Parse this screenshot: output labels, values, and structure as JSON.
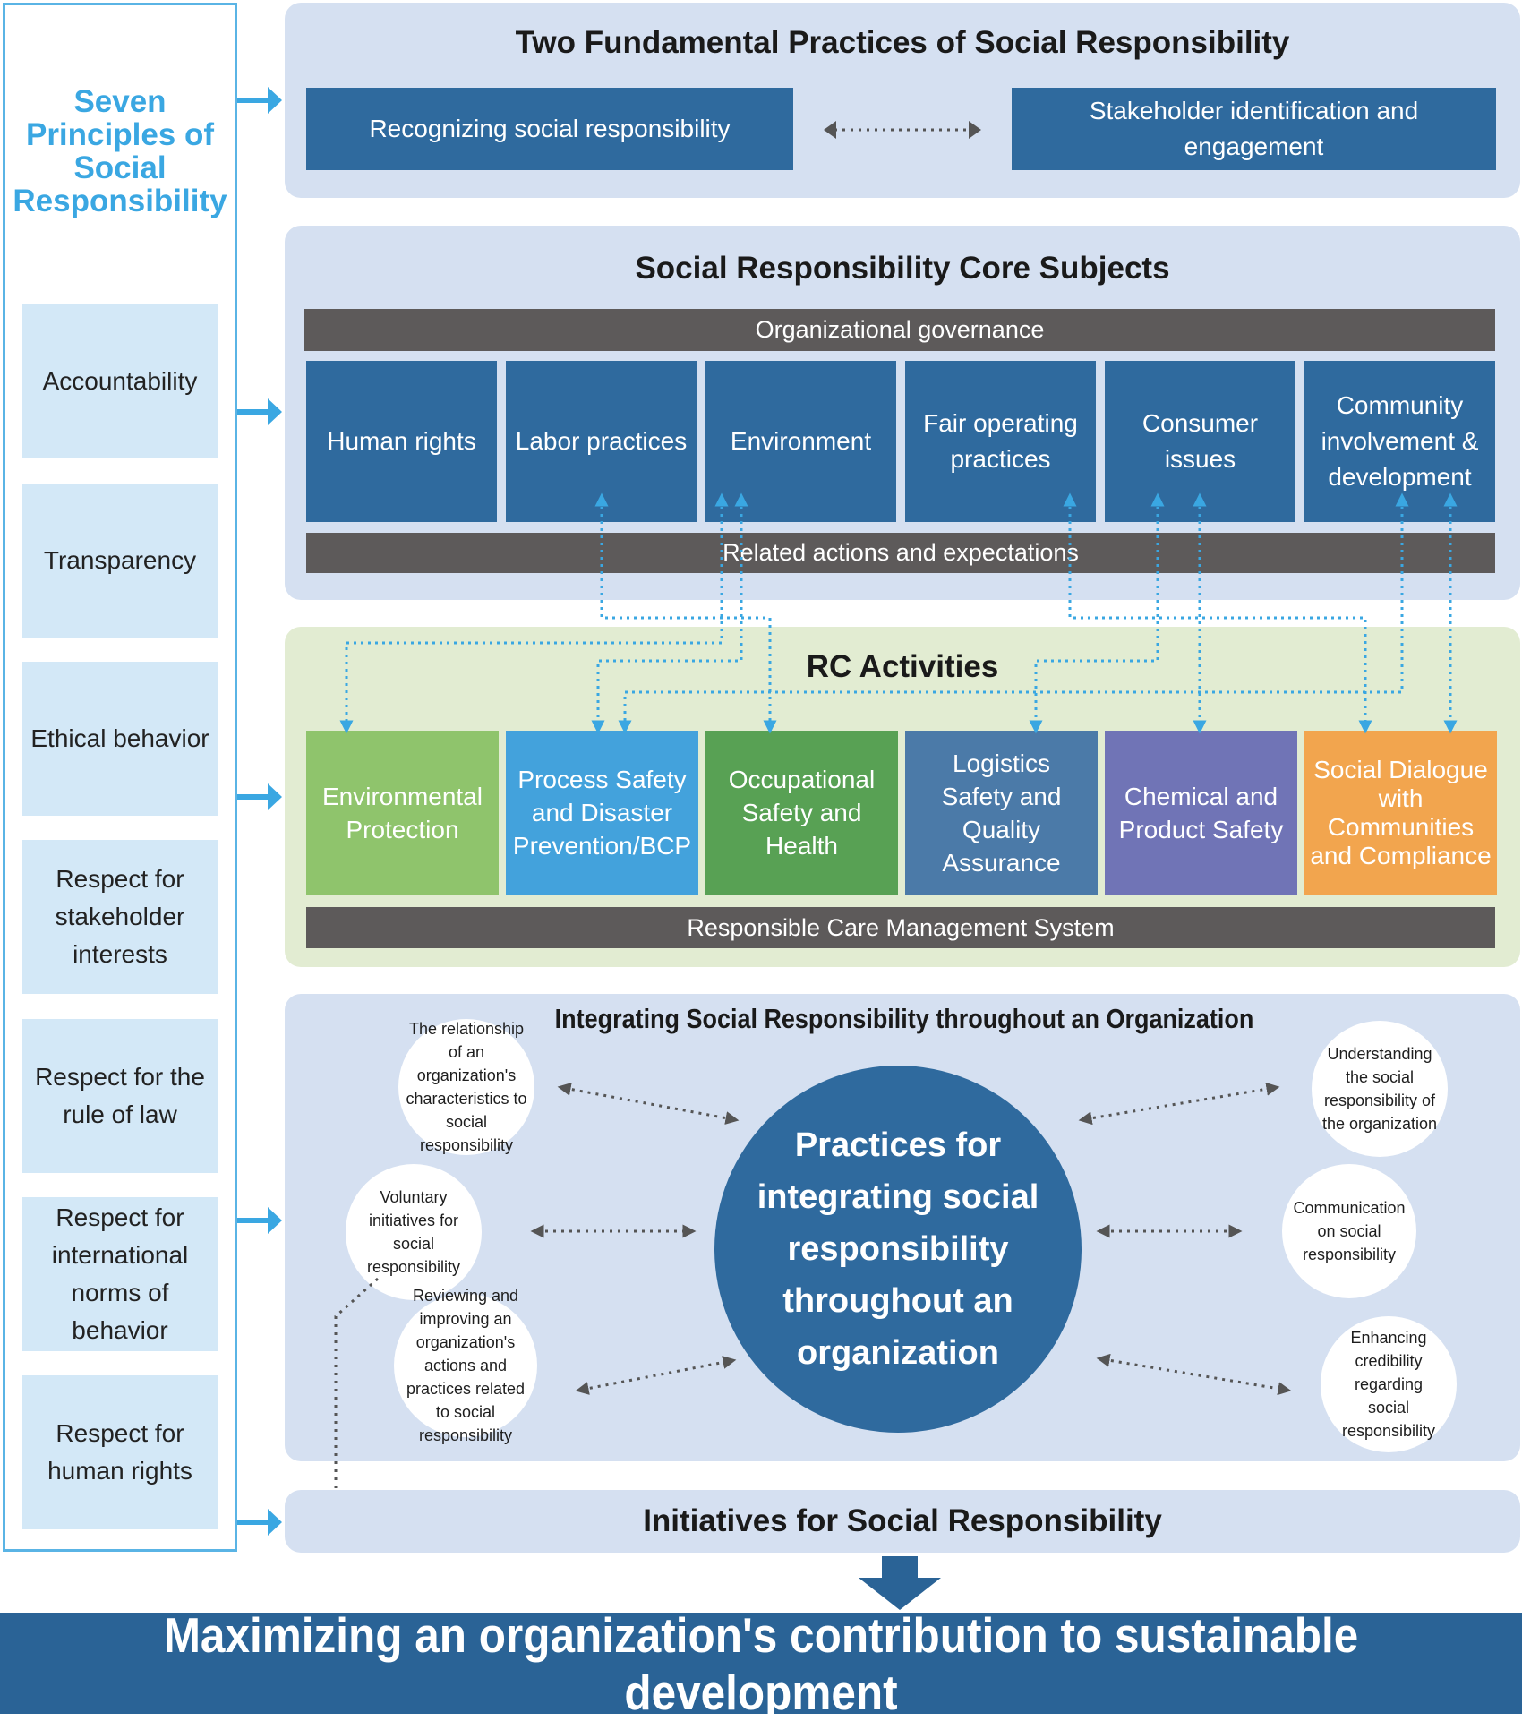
{
  "principles": {
    "title": "Seven Principles of Social Responsibility",
    "items": [
      "Accountability",
      "Transparency",
      "Ethical behavior",
      "Respect for stakeholder interests",
      "Respect for the rule of law",
      "Respect for international norms of behavior",
      "Respect for human rights"
    ]
  },
  "fundamental": {
    "title": "Two Fundamental Practices of Social Responsibility",
    "left": "Recognizing social responsibility",
    "right": "Stakeholder identification and engagement"
  },
  "core": {
    "title": "Social Responsibility Core Subjects",
    "governance": "Organizational governance",
    "subjects": [
      "Human rights",
      "Labor practices",
      "Environment",
      "Fair operating practices",
      "Consumer issues",
      "Community involvement & development"
    ],
    "related": "Related actions and expectations"
  },
  "rc": {
    "title": "RC Activities",
    "activities": [
      {
        "label": "Environmental Protection",
        "color": "#8fc46c"
      },
      {
        "label": "Process Safety and Disaster Prevention/BCP",
        "color": "#43a2dc"
      },
      {
        "label": "Occupational Safety and Health",
        "color": "#58a154"
      },
      {
        "label": "Logistics Safety and Quality Assurance",
        "color": "#4b7aa8"
      },
      {
        "label": "Chemical and Product Safety",
        "color": "#7074b6"
      },
      {
        "label": "Social Dialogue with Communities and Compliance",
        "color": "#f2a54e"
      }
    ],
    "system": "Responsible Care Management System"
  },
  "integrating": {
    "title": "Integrating Social Responsibility throughout an Organization",
    "center": "Practices for integrating social responsibility throughout an organization",
    "circles": [
      "The relationship of an organization's characteristics to social responsibility",
      "Understanding the social responsibility of the organization",
      "Voluntary initiatives for social responsibility",
      "Communication on social responsibility",
      "Reviewing and improving an organization's actions and practices related to social responsibility",
      "Enhancing credibility regarding social responsibility"
    ]
  },
  "initiatives": {
    "title": "Initiatives for Social Responsibility"
  },
  "footer": {
    "text": "Maximizing an organization's contribution to sustainable development"
  },
  "colors": {
    "accent": "#3aa7e2",
    "panel": "#d5e0f1",
    "rc_panel": "#e2ecd2",
    "dark_blue": "#2f6a9e",
    "gray": "#5d5a5a",
    "footer": "#2a6396"
  }
}
